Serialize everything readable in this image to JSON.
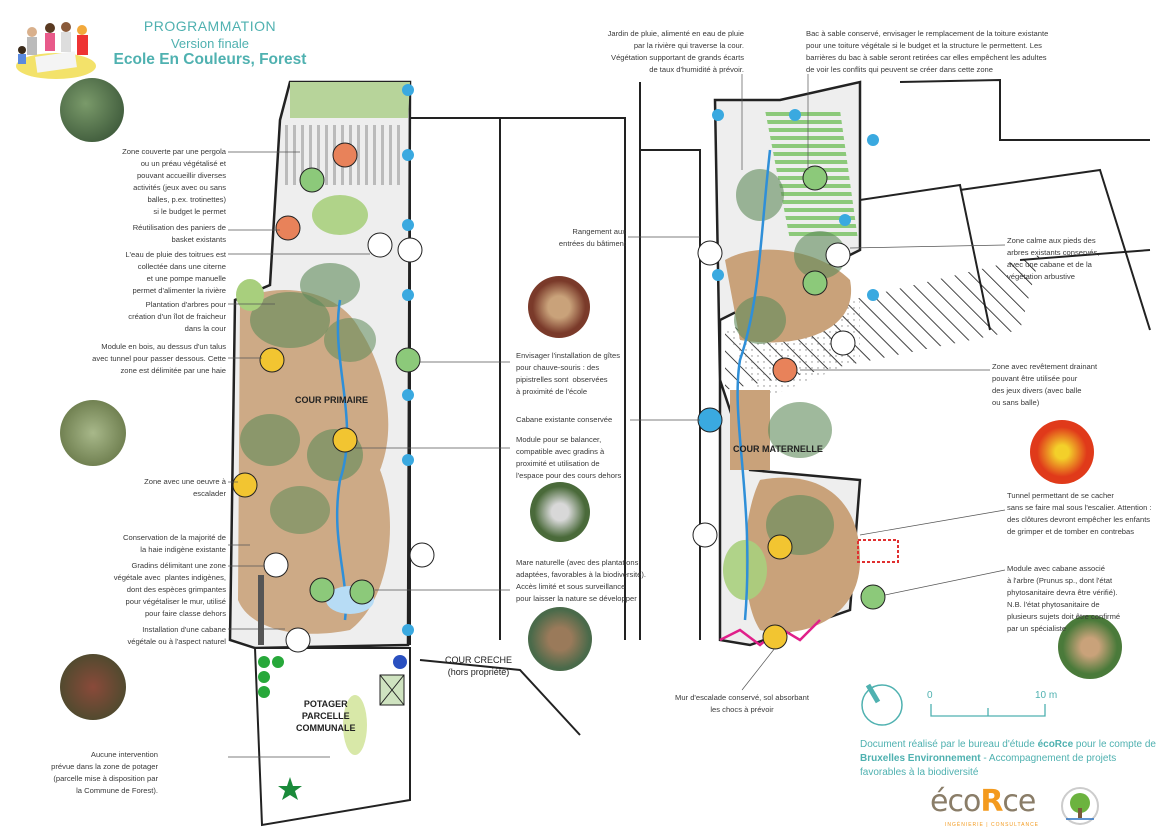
{
  "header": {
    "line1": "PROGRAMMATION",
    "line2": "Version finale",
    "line3": "Ecole En Couleurs, Forest"
  },
  "zones": {
    "cour_primaire": "COUR PRIMAIRE",
    "cour_maternelle": "COUR MATERNELLE",
    "cour_creche": "COUR CRECHE",
    "cour_creche_note": "(hors propriété)",
    "potager_1": "POTAGER",
    "potager_2": "PARCELLE",
    "potager_3": "COMMUNALE"
  },
  "annotations_left": [
    "Zone couverte par une pergola\nou un préau végétalisé et\npouvant accueillir diverses\nactivités (jeux avec ou sans\nballes, p.ex. trotinettes)\nsi le budget le permet",
    "Réutilisation des paniers de\nbasket existants",
    "L'eau de pluie des toitrues est\ncollectée dans une citerne\net une pompe manuelle\npermet d'alimenter la rivière",
    "Plantation d'arbres pour\ncréation d'un îlot de fraicheur\ndans la cour",
    "Module en bois, au dessus d'un talus\navec tunnel pour passer dessous. Cette\nzone est délimitée par une haie",
    "Zone avec une oeuvre à\nescalader",
    "Conservation de la majorité de\nla haie indigène existante",
    "Gradins délimitant une zone\nvégétale avec  plantes indigènes,\ndont des espèces grimpantes\npour végétaliser le mur, utilisé\npour faire classe dehors",
    "Installation d'une cabane\nvégétale ou à l'aspect naturel",
    "Aucune intervention\nprévue dans la zone de potager\n(parcelle mise à disposition par\nla Commune de Forest)."
  ],
  "annotations_center": {
    "rangement": "Rangement aux\nentrées du bâtiment",
    "chauve_souris": "Envisager l'installation de gîtes\npour chauve-souris : des\npipistrelles sont  observées\nà proximité de l'école",
    "cabane": "Cabane existante conservée",
    "balancer": "Module pour se balancer,\ncompatible avec gradins à\nproximité et utilisation de\nl'espace pour des cours dehors",
    "mare": "Mare naturelle (avec des plantations\nadaptées, favorables à la biodiversité).\nAccès limité et sous surveillance\npour laisser la nature se développer",
    "jardin_pluie": "Jardin de pluie, alimenté en eau de pluie\npar la rivière qui traverse la cour.\nVégétation supportant de grands écarts\nde taux d'humidité à prévoir.",
    "bac_sable": "Bac à sable conservé, envisager le remplacement de la toiture existante\npour une toiture végétale si le budget et la structure le permettent. Les\nbarrières du bac à sable seront retirées car elles empêchent les adultes\nde voir les conflits qui peuvent se créer dans cette zone",
    "mur_escalade": "Mur d'escalade conservé, sol absorbant\nles chocs à prévoir"
  },
  "annotations_right": {
    "zone_calme": "Zone calme aux pieds des\narbres existants conservés,\navec une cabane et de la\nvégétation arbustive",
    "revetement": "Zone avec revêtement drainant\npouvant être utilisée pour\ndes jeux divers (avec balle\nou sans balle)",
    "tunnel": "Tunnel permettant de se cacher\nsans se faire mal sous l'escalier. Attention :\ndes clôtures devront empêcher les enfants\nde grimper et de tomber en contrebas",
    "module_cabane": "Module avec cabane associé\nà l'arbre (Prunus sp., dont l'état\nphytosanitaire devra être vérifié).\nN.B. l'état phytosanitaire de\nplusieurs sujets doit être confirmé\npar un spécialiste"
  },
  "scale": {
    "start": "0",
    "end": "10 m"
  },
  "credit": {
    "p1": "Document réalisé par le bureau d'étude ",
    "b1": "écoRce",
    "p2": " pour le compte de ",
    "b2": "Bruxelles Environnement",
    "p3": " - Accompagnement de projets favorables à la biodiversité"
  },
  "logo": {
    "text": "écoRce",
    "sub": "INGÉNIERIE | CONSULTANCE"
  },
  "colors": {
    "accent": "#4fb1b0",
    "ground": "#c9a27a",
    "vegetation": "#7fb069",
    "water": "#2f8fd8",
    "marker": "#3aa9e0",
    "icon_orange": "#e8825a",
    "icon_yellow": "#f2c531"
  }
}
